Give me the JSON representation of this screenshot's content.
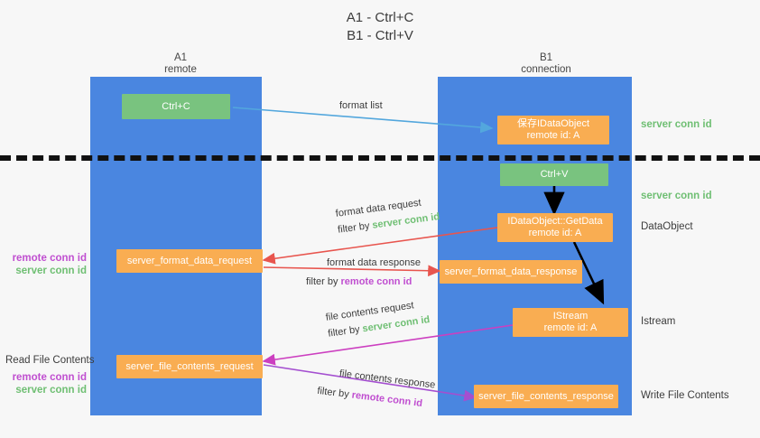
{
  "title": {
    "line1": "A1 - Ctrl+C",
    "line2": "B1 - Ctrl+V"
  },
  "columns": [
    {
      "name": "A1",
      "role": "remote"
    },
    {
      "name": "B1",
      "role": "connection"
    }
  ],
  "colors": {
    "lane": "#4a86e0",
    "green_box": "#79c37f",
    "orange_box": "#f9ad52",
    "server_conn_id": "#6fbf73",
    "remote_conn_id": "#c04fd0",
    "arrow_blue": "#53a7dd",
    "arrow_red": "#e8554e",
    "arrow_magenta": "#cc3fc0",
    "arrow_purple": "#a44fd0",
    "arrow_black": "#000000",
    "dashed_line": "#111111"
  },
  "nodes": {
    "ctrl_c": {
      "label": "Ctrl+C"
    },
    "ctrl_v": {
      "label": "Ctrl+V"
    },
    "save_dataobject": {
      "line1": "保存IDataObject",
      "line2": "remote id: A"
    },
    "getdata": {
      "line1": "IDataObject::GetData",
      "line2": "remote id: A"
    },
    "istream": {
      "line1": "IStream",
      "line2": "remote id: A"
    },
    "server_format_data_request": {
      "label": "server_format_data_request"
    },
    "server_format_data_response": {
      "label": "server_format_data_response"
    },
    "server_file_contents_request": {
      "label": "server_file_contents_request"
    },
    "server_file_contents_response": {
      "label": "server_file_contents_response"
    }
  },
  "edges": {
    "format_list": {
      "label": "format list"
    },
    "format_data_request": {
      "label": "format data request",
      "filter_prefix": "filter by ",
      "filter_key": "server conn id"
    },
    "format_data_response": {
      "label": "format data response",
      "filter_prefix": "filter by ",
      "filter_key": "remote conn id"
    },
    "file_contents_request": {
      "label": "file contents request",
      "filter_prefix": "filter by ",
      "filter_key": "server conn id"
    },
    "file_contents_response": {
      "label": "file contents response",
      "filter_prefix": "filter by ",
      "filter_key": "remote conn id"
    }
  },
  "right_labels": {
    "server_conn_id_top": "server conn id",
    "server_conn_id_mid": "server conn id",
    "dataobject": "DataObject",
    "istream": "Istream",
    "write_file_contents": "Write File Contents"
  },
  "left_labels": {
    "group1_remote": "remote conn id",
    "group1_server": "server conn id",
    "read_file_contents": "Read File Contents",
    "group2_remote": "remote conn id",
    "group2_server": "server conn id"
  }
}
